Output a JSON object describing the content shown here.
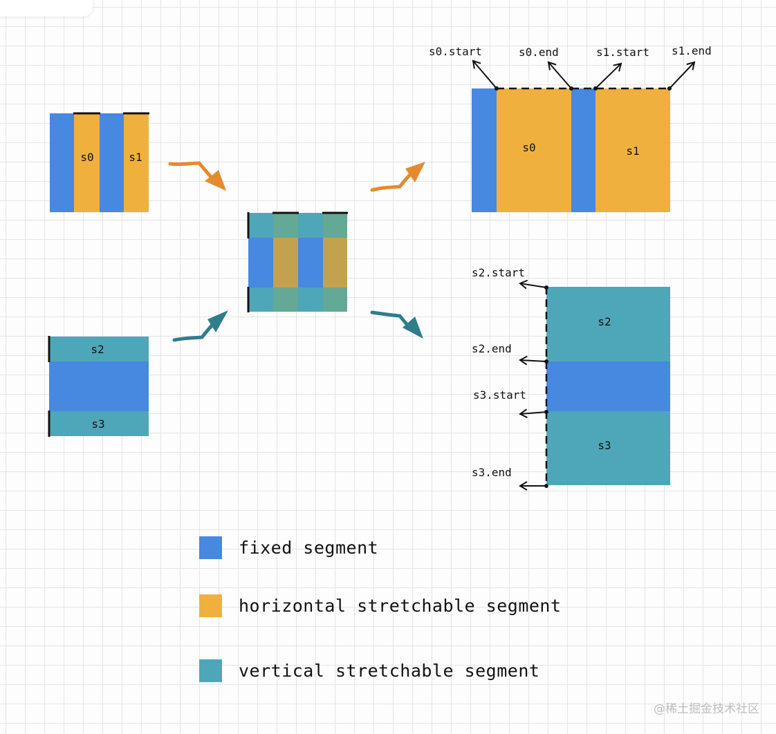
{
  "colors": {
    "fixed": "#4788e0",
    "horizontal": "#f0b03e",
    "vertical": "#4ea7b8",
    "arrow_orange": "#e58a2f",
    "arrow_teal": "#2f7d8c",
    "ink": "#111111"
  },
  "labels": {
    "s0": "s0",
    "s1": "s1",
    "s2": "s2",
    "s3": "s3",
    "s0_start": "s0.start",
    "s0_end": "s0.end",
    "s1_start": "s1.start",
    "s1_end": "s1.end",
    "s2_start": "s2.start",
    "s2_end": "s2.end",
    "s3_start": "s3.start",
    "s3_end": "s3.end"
  },
  "legend": [
    {
      "label": "fixed segment",
      "color_key": "fixed"
    },
    {
      "label": "horizontal stretchable segment",
      "color_key": "horizontal"
    },
    {
      "label": "vertical stretchable segment",
      "color_key": "vertical"
    }
  ],
  "watermark": "@稀土掘金技术社区"
}
